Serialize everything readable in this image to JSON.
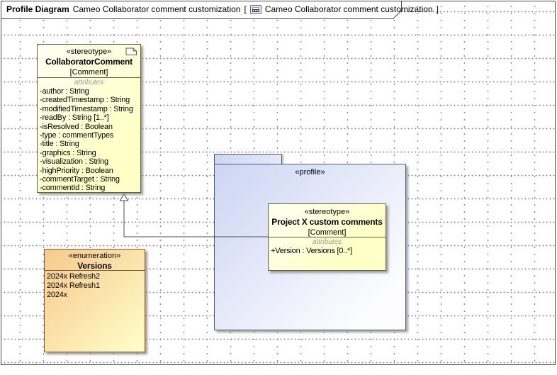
{
  "header": {
    "diagram_type": "Profile Diagram",
    "diagram_name": "Cameo Collaborator comment customization",
    "bracket_open": "[",
    "frame_name": "Cameo Collaborator comment customization",
    "bracket_close": "]"
  },
  "collaborator_comment": {
    "stereotype": "«stereotype»",
    "name": "CollaboratorComment",
    "metaclass": "[Comment]",
    "attributes_label": "attributes",
    "attributes": [
      "-author : String",
      "-createdTimestamp : String",
      "-modifiedTimestamp : String",
      "-readBy : String [1..*]",
      "-isResolved : Boolean",
      "-type : commentTypes",
      "-title : String",
      "-graphics : String",
      "-visualization : String",
      "-highPriority : Boolean",
      "-commentTarget : String",
      "-commentId : String"
    ]
  },
  "versions_enum": {
    "stereotype": "«enumeration»",
    "name": "Versions",
    "literals": [
      "2024x Refresh2",
      "2024x Refresh1",
      "2024x"
    ]
  },
  "profile_package": {
    "stereotype": "«profile»"
  },
  "project_x": {
    "stereotype": "«stereotype»",
    "name": "Project X custom comments",
    "metaclass": "[Comment]",
    "attributes_label": "attributes",
    "attributes": [
      "+Version : Versions [0..*]"
    ]
  },
  "colors": {
    "class_fill": "#ffffc8",
    "class_border": "#5f5f46",
    "enum_fill": "#f7c98e",
    "enum_border": "#7d5a33",
    "package_fill": "#ccd5f3",
    "package_border": "#565b73",
    "attributes_label_color": "#9c9c8e",
    "edge_color": "#4d4d4d",
    "grid_dot_color": "#8f8f8f"
  }
}
